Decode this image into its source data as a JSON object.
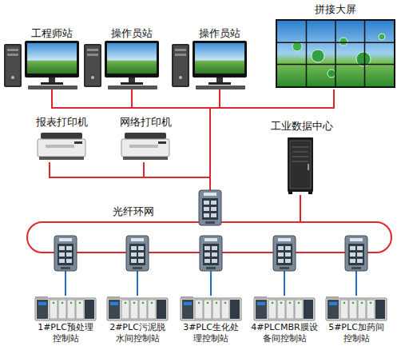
{
  "diagram": {
    "nodes": [
      {
        "text": [
          "工程师站"
        ]
      },
      {
        "text": [
          "操作员站"
        ]
      },
      {
        "text": [
          "操作员站"
        ]
      },
      {
        "text": [
          "拼接大屏"
        ]
      },
      {
        "text": [
          "报表打印机"
        ]
      },
      {
        "text": [
          "网络打印机"
        ]
      },
      {
        "text": [
          "工业数据中心"
        ]
      },
      {
        "text": [
          "光纤环网"
        ]
      },
      {
        "text": [
          "1#PLC预处理 控制站"
        ]
      },
      {
        "text": [
          "2#PLC污泥脱 水间控制站"
        ]
      },
      {
        "text": [
          "3#PLC生化处 理控制站"
        ]
      },
      {
        "text": [
          "4#PLCMBR膜设 备间控制站"
        ]
      },
      {
        "text": [
          "5#PLC加药间 控制站"
        ]
      }
    ],
    "edges": [
      {
        "from": 0,
        "to": 7,
        "arrow": "none"
      },
      {
        "from": 1,
        "to": 7,
        "arrow": "none"
      },
      {
        "from": 2,
        "to": 7,
        "arrow": "none"
      },
      {
        "from": 3,
        "to": 7,
        "arrow": "none"
      },
      {
        "from": 4,
        "to": 7,
        "arrow": "none"
      },
      {
        "from": 5,
        "to": 7,
        "arrow": "none"
      },
      {
        "from": 6,
        "to": 7,
        "arrow": "none"
      },
      {
        "from": 7,
        "to": 8,
        "arrow": "none"
      },
      {
        "from": 7,
        "to": 9,
        "arrow": "none"
      },
      {
        "from": 7,
        "to": 10,
        "arrow": "none"
      },
      {
        "from": 7,
        "to": 11,
        "arrow": "none"
      },
      {
        "from": 7,
        "to": 12,
        "arrow": "none"
      }
    ]
  }
}
